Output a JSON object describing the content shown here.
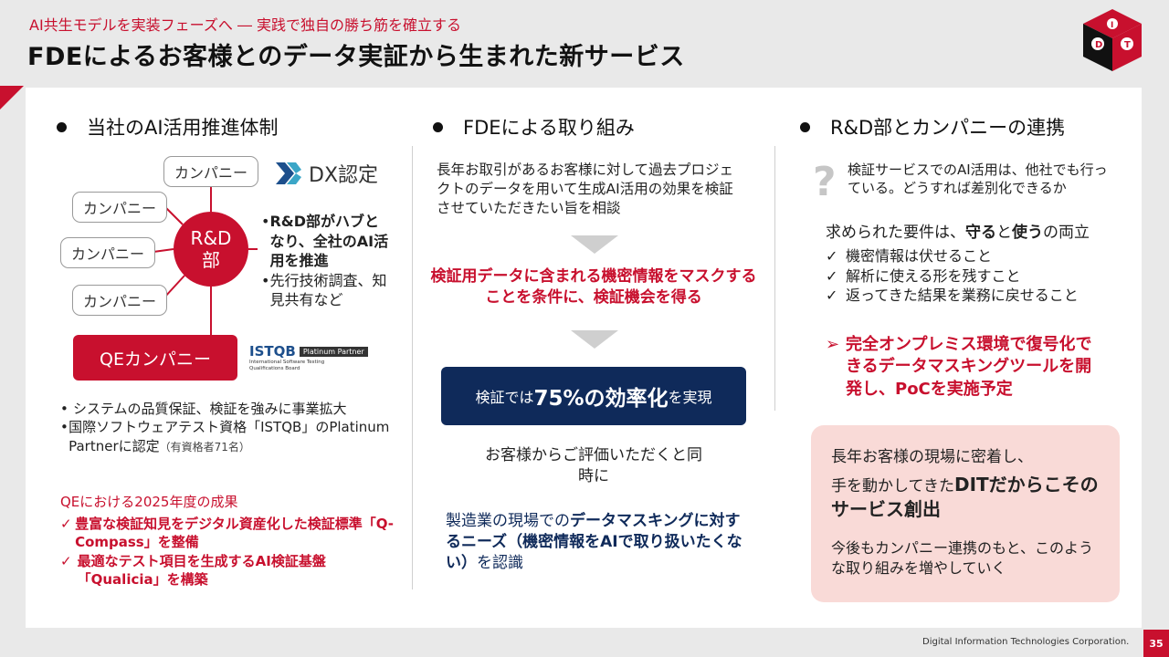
{
  "header": {
    "subtitle": "AI共生モデルを実装フェーズへ ― 実践で独自の勝ち筋を確立する",
    "title": "FDEによるお客様とのデータ実証から生まれた新サービス",
    "logo_text": "DIT"
  },
  "col1": {
    "heading": "当社のAI活用推進体制",
    "companies": [
      "カンパニー",
      "カンパニー",
      "カンパニー",
      "カンパニー"
    ],
    "hub": "R&D\n部",
    "qe": "QEカンパニー",
    "dx_badge": "DX認定",
    "istqb_badge": "ISTQB",
    "istqb_tier": "Platinum Partner",
    "istqb_sub": "International Software Testing Qualifications Board",
    "points": [
      "R&D部がハブとなり、全社のAI活用を推進",
      "先行技術調査、知見共有など"
    ],
    "bullets": [
      "システムの品質保証、検証を強みに事業拡大",
      "国際ソフトウェアテスト資格「ISTQB」のPlatinum Partnerに認定"
    ],
    "bullet_note": "（有資格者71名）",
    "results_title": "QEにおける2025年度の成果",
    "results": [
      "豊富な検証知見をデジタル資産化した検証標準「Q-Compass」を整備",
      "最適なテスト項目を生成するAI検証基盤「Qualicia」を構築"
    ]
  },
  "col2": {
    "heading": "FDEによる取り組み",
    "intro": "長年お取引があるお客様に対して過去プロジェクトのデータを用いて生成AI活用の効果を検証させていただきたい旨を相談",
    "condition": "検証用データに含まれる機密情報をマスクすることを条件に、検証機会を得る",
    "result_pre": "検証では",
    "result_big": "75%の効率化",
    "result_post": "を実現",
    "eval": "お客様からご評価いただくと同時に",
    "needs_pre": "製造業の現場での",
    "needs_bold": "データマスキングに対するニーズ（機密情報をAIで取り扱いたくない）",
    "needs_post": "を認識"
  },
  "col3": {
    "heading": "R&D部とカンパニーの連携",
    "question": "検証サービスでのAI活用は、他社でも行っている。どうすれば差別化できるか",
    "req_pre": "求められた要件は、",
    "req_k1": "守る",
    "req_mid": "と",
    "req_k2": "使う",
    "req_post": "の両立",
    "checks": [
      "機密情報は伏せること",
      "解析に使える形を残すこと",
      "返ってきた結果を業務に戻せること"
    ],
    "answer": "完全オンプレミス環境で復号化できるデータマスキングツールを開発し、PoCを実施予定",
    "pink_1": "長年お客様の現場に密着し、",
    "pink_2_pre": "手を動かしてきた",
    "pink_2_bold": "DITだからこそのサービス創出",
    "pink_3": "今後もカンパニー連携のもと、このような取り組みを増やしていく"
  },
  "footer": {
    "company": "Digital Information Technologies Corporation.",
    "page": "35"
  }
}
